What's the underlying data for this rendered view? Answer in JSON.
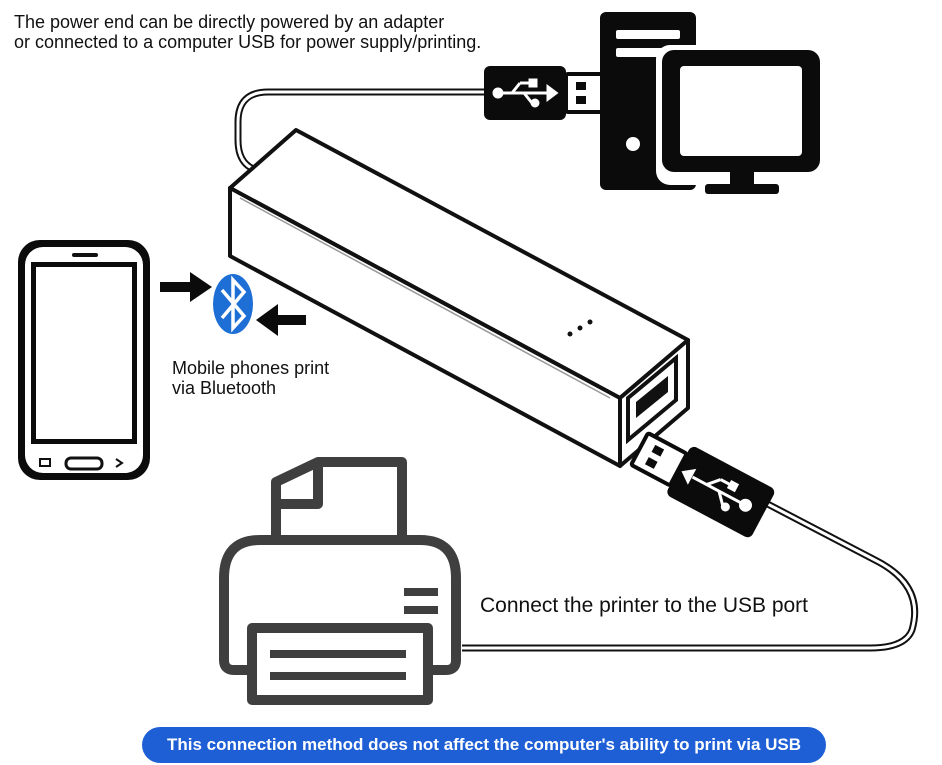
{
  "labels": {
    "power_line1": "The power end can be directly powered by an adapter",
    "power_line2": "or connected to a computer USB for power supply/printing.",
    "bt_line1": "Mobile phones print",
    "bt_line2": "via Bluetooth",
    "usb_port": "Connect the printer to the USB port",
    "banner": "This connection method does not affect the computer's ability to print via USB"
  },
  "colors": {
    "banner_bg": "#1f5fd6",
    "bluetooth": "#1d6fd6",
    "device_black": "#0b0b0b",
    "printer_gray": "#3f3f3f"
  },
  "icons": [
    "computer-icon",
    "usb-plug-icon",
    "smartphone-icon",
    "bluetooth-icon",
    "arrow-icon",
    "printer-icon"
  ]
}
